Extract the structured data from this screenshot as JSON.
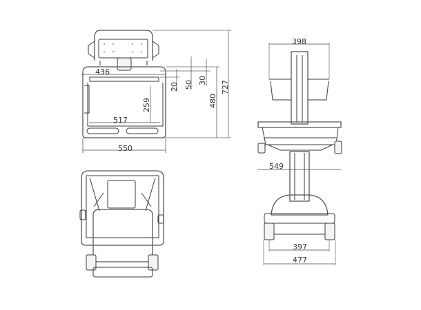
{
  "views": {
    "top_view": {
      "dimensions": {
        "overall_width": "550",
        "worksurface_width": "436",
        "inner_width": "517",
        "inner_depth": "259",
        "offset_20": "20",
        "offset_50": "50",
        "offset_30": "30",
        "depth_480": "480",
        "overall_depth": "727"
      }
    },
    "side_view": {
      "dimensions": {
        "top_width": "398",
        "mid_width": "549",
        "caster_inner": "397",
        "base_width": "477"
      }
    },
    "bottom_view": {}
  }
}
